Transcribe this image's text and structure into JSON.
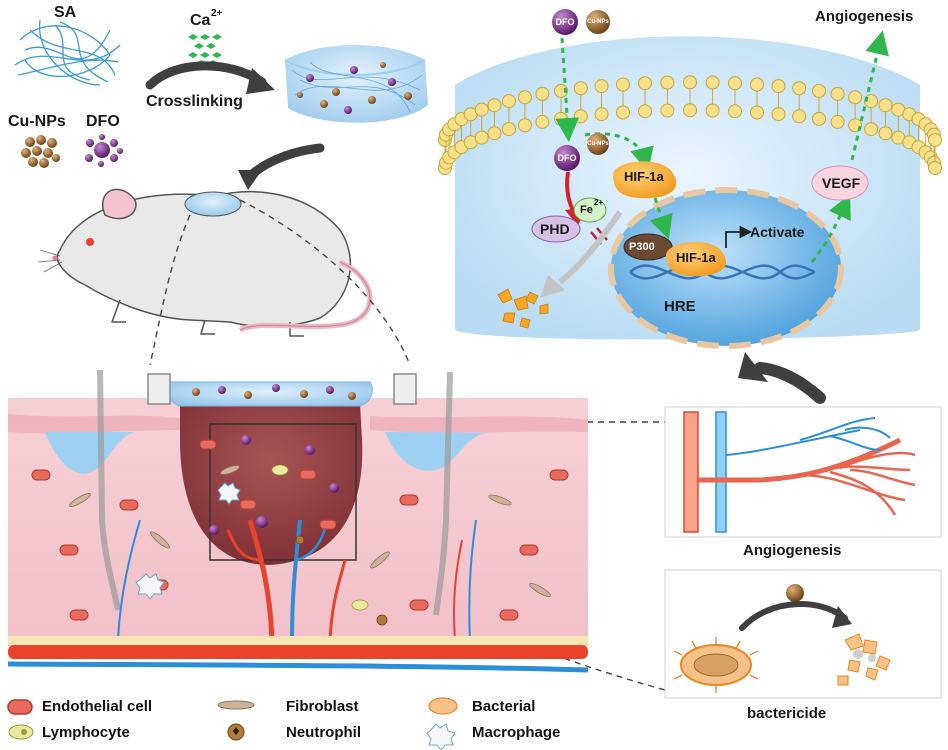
{
  "materials": {
    "sa": "SA",
    "calcium": "Ca",
    "calcium_charge": "2+",
    "crosslinking": "Crosslinking",
    "cu_nps": "Cu-NPs",
    "dfo": "DFO"
  },
  "pathway": {
    "angiogenesis_top": "Angiogenesis",
    "dfo_mol": "DFO",
    "cunps_mol": "Cu-NPs",
    "dfo_inside": "DFO",
    "cunps_inside": "Cu-NPs",
    "hif_cytoplasm": "HIF-1a",
    "fe": "Fe",
    "fe_charge": "2+",
    "phd": "PHD",
    "p300": "P300",
    "hif_nucleus": "HIF-1a",
    "activate": "Activate",
    "hre": "HRE",
    "vegf": "VEGF"
  },
  "panels": {
    "angiogenesis": "Angiogenesis",
    "bactericide": "bactericide"
  },
  "legend": {
    "endothelial": "Endothelial cell",
    "lymphocyte": "Lymphocyte",
    "fibroblast": "Fibroblast",
    "neutrophil": "Neutrophil",
    "bacterial": "Bacterial",
    "macrophage": "Macrophage"
  },
  "colors": {
    "hydrogel_blue": "#a9d3f0",
    "membrane_yellow": "#f7e08a",
    "nucleus_blue": "#6ab4e6",
    "wound": "#8c3b3b",
    "artery": "#e8432b",
    "vein": "#2a8fd8",
    "arrow_green": "#2eb84b",
    "dfo_purple": "#6b1f78",
    "cu_brown": "#8a5a2b"
  }
}
